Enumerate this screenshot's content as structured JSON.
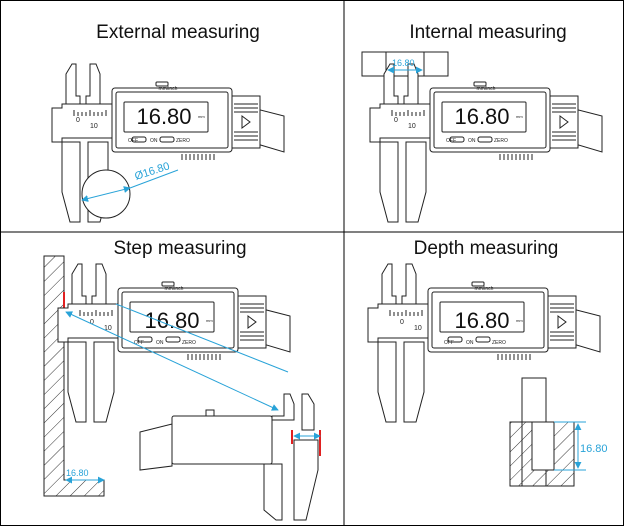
{
  "panels": {
    "external": {
      "title": "External measuring",
      "reading": "16.80",
      "dimension": "Ø16.80"
    },
    "internal": {
      "title": "Internal measuring",
      "reading": "16.80",
      "dimension": "16.80"
    },
    "step": {
      "title": "Step measuring",
      "reading": "16.80",
      "dimension": "16.80"
    },
    "depth": {
      "title": "Depth measuring",
      "reading": "16.80",
      "dimension": "16.80"
    }
  },
  "caliper": {
    "unit": "mm",
    "mode_label": "mm/inch",
    "off_label": "OFF",
    "on_label": "ON",
    "zero_label": "ZERO",
    "scale_0": "0",
    "scale_10": "10"
  },
  "colors": {
    "dimension": "#29a3d8",
    "contact": "#e02020",
    "outline": "#222222"
  }
}
